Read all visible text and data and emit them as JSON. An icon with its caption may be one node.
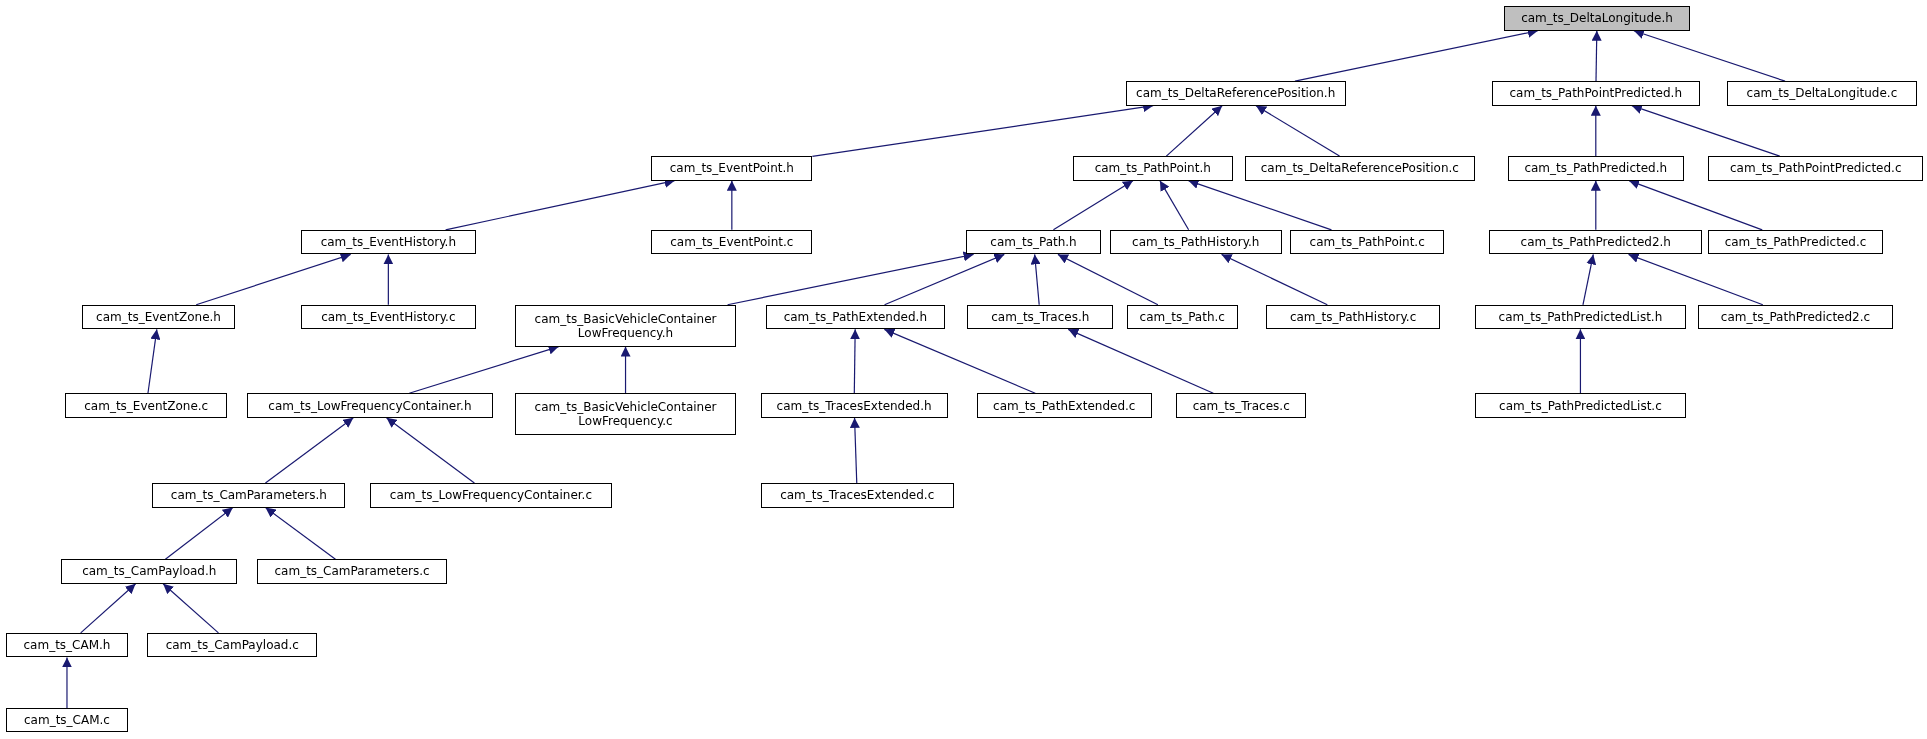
{
  "diagram": {
    "nodes": [
      {
        "text": [
          "cam_ts_DeltaLongitude.h"
        ]
      },
      {
        "text": [
          "cam_ts_DeltaReferencePosition.h"
        ]
      },
      {
        "text": [
          "cam_ts_PathPointPredicted.h"
        ]
      },
      {
        "text": [
          "cam_ts_DeltaLongitude.c"
        ]
      },
      {
        "text": [
          "cam_ts_EventPoint.h"
        ]
      },
      {
        "text": [
          "cam_ts_PathPoint.h"
        ]
      },
      {
        "text": [
          "cam_ts_DeltaReferencePosition.c"
        ]
      },
      {
        "text": [
          "cam_ts_PathPredicted.h"
        ]
      },
      {
        "text": [
          "cam_ts_PathPointPredicted.c"
        ]
      },
      {
        "text": [
          "cam_ts_EventHistory.h"
        ]
      },
      {
        "text": [
          "cam_ts_EventPoint.c"
        ]
      },
      {
        "text": [
          "cam_ts_Path.h"
        ]
      },
      {
        "text": [
          "cam_ts_PathHistory.h"
        ]
      },
      {
        "text": [
          "cam_ts_PathPoint.c"
        ]
      },
      {
        "text": [
          "cam_ts_PathPredicted2.h"
        ]
      },
      {
        "text": [
          "cam_ts_PathPredicted.c"
        ]
      },
      {
        "text": [
          "cam_ts_EventZone.h"
        ]
      },
      {
        "text": [
          "cam_ts_EventHistory.c"
        ]
      },
      {
        "text": [
          "cam_ts_BasicVehicleContainer LowFrequency.h"
        ]
      },
      {
        "text": [
          "cam_ts_PathExtended.h"
        ]
      },
      {
        "text": [
          "cam_ts_Traces.h"
        ]
      },
      {
        "text": [
          "cam_ts_Path.c"
        ]
      },
      {
        "text": [
          "cam_ts_PathHistory.c"
        ]
      },
      {
        "text": [
          "cam_ts_PathPredictedList.h"
        ]
      },
      {
        "text": [
          "cam_ts_PathPredicted2.c"
        ]
      },
      {
        "text": [
          "cam_ts_EventZone.c"
        ]
      },
      {
        "text": [
          "cam_ts_LowFrequencyContainer.h"
        ]
      },
      {
        "text": [
          "cam_ts_BasicVehicleContainer LowFrequency.c"
        ]
      },
      {
        "text": [
          "cam_ts_TracesExtended.h"
        ]
      },
      {
        "text": [
          "cam_ts_PathExtended.c"
        ]
      },
      {
        "text": [
          "cam_ts_Traces.c"
        ]
      },
      {
        "text": [
          "cam_ts_PathPredictedList.c"
        ]
      },
      {
        "text": [
          "cam_ts_CamParameters.h"
        ]
      },
      {
        "text": [
          "cam_ts_LowFrequencyContainer.c"
        ]
      },
      {
        "text": [
          "cam_ts_TracesExtended.c"
        ]
      },
      {
        "text": [
          "cam_ts_CamPayload.h"
        ]
      },
      {
        "text": [
          "cam_ts_CamParameters.c"
        ]
      },
      {
        "text": [
          "cam_ts_CAM.h"
        ]
      },
      {
        "text": [
          "cam_ts_CamPayload.c"
        ]
      },
      {
        "text": [
          "cam_ts_CAM.c"
        ]
      }
    ],
    "edges": [
      {
        "from": 1,
        "to": 0,
        "arrow": "to"
      },
      {
        "from": 2,
        "to": 0,
        "arrow": "to"
      },
      {
        "from": 3,
        "to": 0,
        "arrow": "to"
      },
      {
        "from": 4,
        "to": 1,
        "arrow": "to"
      },
      {
        "from": 5,
        "to": 1,
        "arrow": "to"
      },
      {
        "from": 6,
        "to": 1,
        "arrow": "to"
      },
      {
        "from": 7,
        "to": 2,
        "arrow": "to"
      },
      {
        "from": 8,
        "to": 2,
        "arrow": "to"
      },
      {
        "from": 9,
        "to": 4,
        "arrow": "to"
      },
      {
        "from": 10,
        "to": 4,
        "arrow": "to"
      },
      {
        "from": 11,
        "to": 5,
        "arrow": "to"
      },
      {
        "from": 12,
        "to": 5,
        "arrow": "to"
      },
      {
        "from": 13,
        "to": 5,
        "arrow": "to"
      },
      {
        "from": 14,
        "to": 7,
        "arrow": "to"
      },
      {
        "from": 15,
        "to": 7,
        "arrow": "to"
      },
      {
        "from": 16,
        "to": 9,
        "arrow": "to"
      },
      {
        "from": 17,
        "to": 9,
        "arrow": "to"
      },
      {
        "from": 18,
        "to": 11,
        "arrow": "to"
      },
      {
        "from": 19,
        "to": 11,
        "arrow": "to"
      },
      {
        "from": 20,
        "to": 11,
        "arrow": "to"
      },
      {
        "from": 21,
        "to": 11,
        "arrow": "to"
      },
      {
        "from": 22,
        "to": 12,
        "arrow": "to"
      },
      {
        "from": 23,
        "to": 14,
        "arrow": "to"
      },
      {
        "from": 24,
        "to": 14,
        "arrow": "to"
      },
      {
        "from": 25,
        "to": 16,
        "arrow": "to"
      },
      {
        "from": 26,
        "to": 18,
        "arrow": "to"
      },
      {
        "from": 27,
        "to": 18,
        "arrow": "to"
      },
      {
        "from": 28,
        "to": 19,
        "arrow": "to"
      },
      {
        "from": 29,
        "to": 19,
        "arrow": "to"
      },
      {
        "from": 30,
        "to": 20,
        "arrow": "to"
      },
      {
        "from": 31,
        "to": 23,
        "arrow": "to"
      },
      {
        "from": 32,
        "to": 26,
        "arrow": "to"
      },
      {
        "from": 33,
        "to": 26,
        "arrow": "to"
      },
      {
        "from": 34,
        "to": 28,
        "arrow": "to"
      },
      {
        "from": 35,
        "to": 32,
        "arrow": "to"
      },
      {
        "from": 36,
        "to": 32,
        "arrow": "to"
      },
      {
        "from": 37,
        "to": 35,
        "arrow": "to"
      },
      {
        "from": 38,
        "to": 35,
        "arrow": "to"
      },
      {
        "from": 39,
        "to": 37,
        "arrow": "to"
      }
    ]
  }
}
